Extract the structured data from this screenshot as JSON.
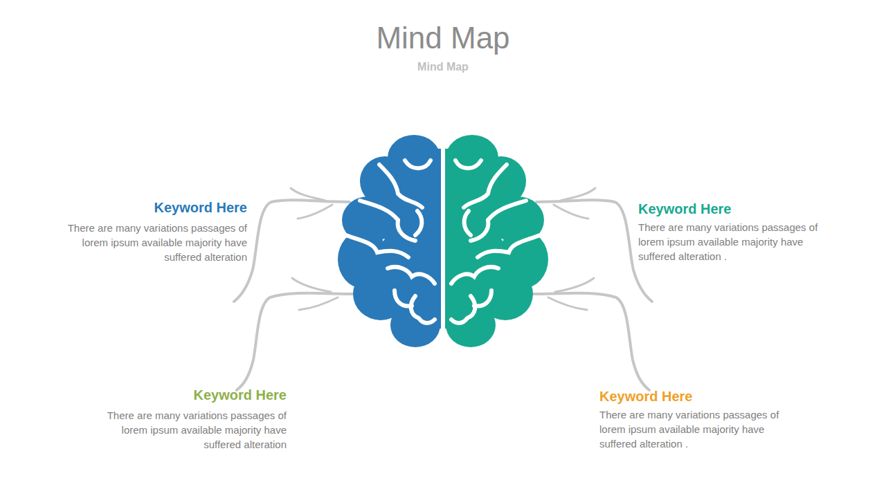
{
  "diagram": {
    "title": "Mind Map",
    "caption": "Mind Map",
    "labels": [
      "Keyword Here",
      "There are many variations passages of lorem ipsum available majority have suffered alteration",
      "Keyword Here",
      "There are many variations passages of lorem ipsum available majority have suffered alteration .",
      "Keyword Here",
      "There are many variations passages of lorem ipsum available majority have suffered alteration",
      "Keyword Here",
      "There are many variations passages of lorem ipsum available majority have suffered alteration ."
    ]
  }
}
